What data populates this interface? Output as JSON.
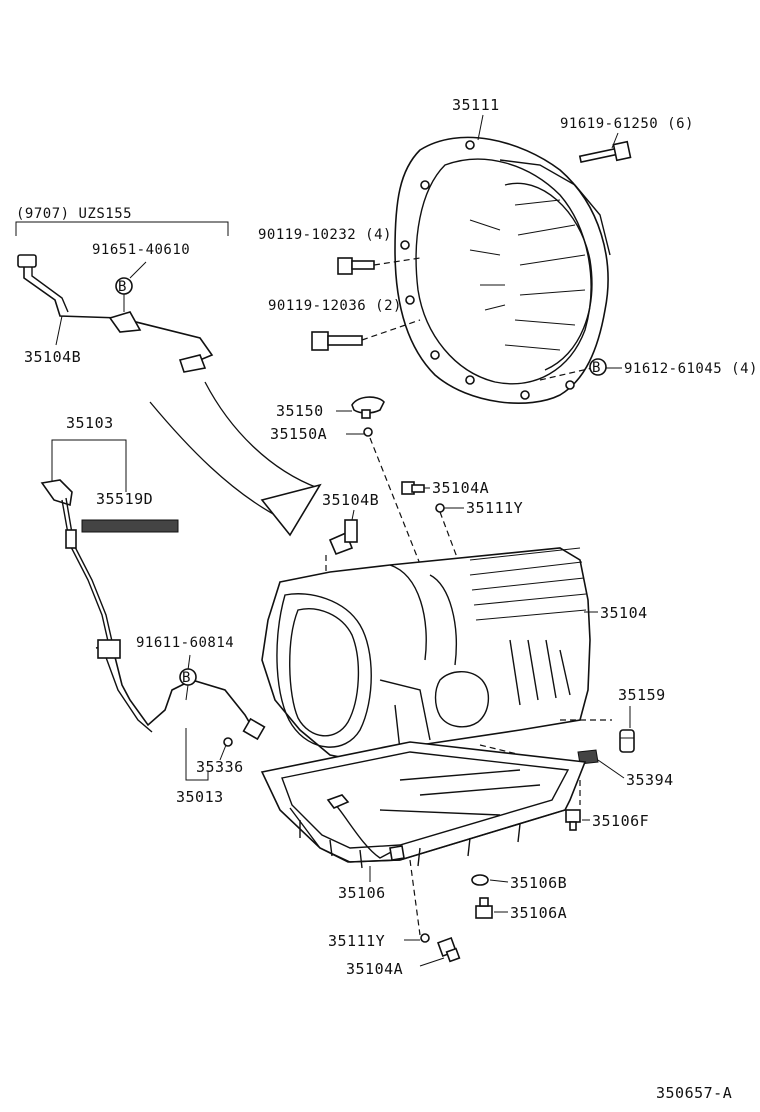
{
  "labels": {
    "p35111": "35111",
    "p91619": "91619-61250 (6)",
    "group_header": "(9707) UZS155",
    "p90119_10232": "90119-10232 (4)",
    "p91651": "91651-40610",
    "p90119_12036": "90119-12036 (2)",
    "p35104B_top": "35104B",
    "p91612": "91612-61045 (4)",
    "p35150": "35150",
    "p35150A": "35150A",
    "p35103": "35103",
    "p35104A_top": "35104A",
    "p35519D": "35519D",
    "p35104B_mid": "35104B",
    "p35111Y_top": "35111Y",
    "p35104": "35104",
    "p91611": "91611-60814",
    "p35159": "35159",
    "p35336": "35336",
    "p35394": "35394",
    "p35013": "35013",
    "p35106F": "35106F",
    "p35106": "35106",
    "p35106B": "35106B",
    "p35106A": "35106A",
    "p35111Y_bot": "35111Y",
    "p35104A_bot": "35104A",
    "ref_code": "350657-A"
  },
  "markers": {
    "b1": "B",
    "b2": "B",
    "b3": "B"
  },
  "icons": {
    "bolt": "hex-bolt-icon",
    "gasket": "o-ring-icon",
    "arrow": "curved-arrow-icon"
  }
}
